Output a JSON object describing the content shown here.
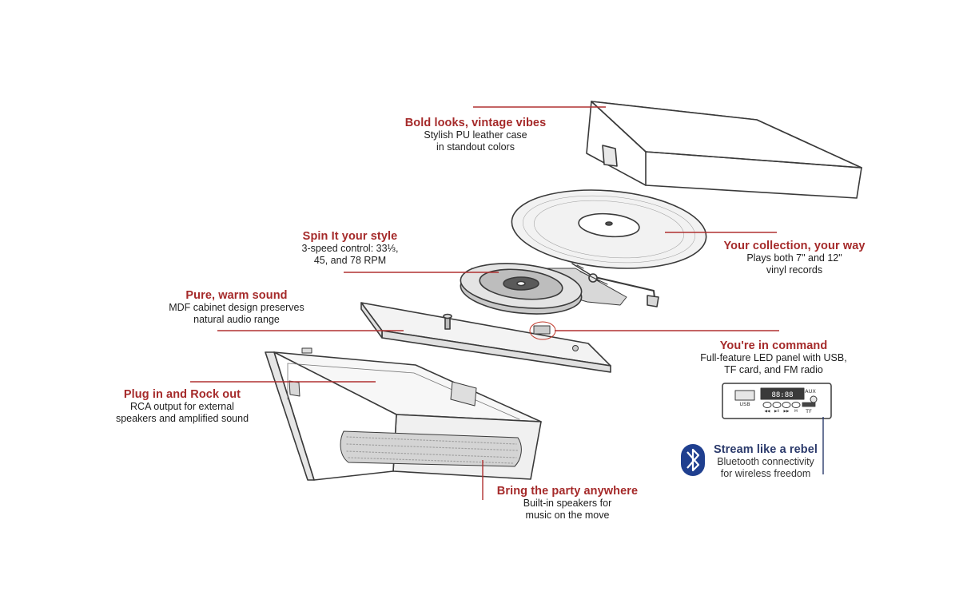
{
  "callouts": [
    {
      "id": "case",
      "title": "Bold looks, vintage vibes",
      "lines": [
        "Stylish PU leather case",
        "in standout colors"
      ]
    },
    {
      "id": "records",
      "title": "Your collection, your way",
      "lines": [
        "Plays both 7\" and 12\"",
        "vinyl records"
      ]
    },
    {
      "id": "speed",
      "title": "Spin It your style",
      "lines": [
        "3-speed control: 33⅓,",
        "45, and 78 RPM"
      ]
    },
    {
      "id": "sound",
      "title": "Pure, warm sound",
      "lines": [
        "MDF cabinet design preserves",
        "natural audio range"
      ]
    },
    {
      "id": "command",
      "title": "You're in command",
      "lines": [
        "Full-feature LED panel with USB,",
        "TF card, and FM radio"
      ]
    },
    {
      "id": "rca",
      "title": "Plug in and Rock out",
      "lines": [
        "RCA output for external",
        "speakers and amplified sound"
      ]
    },
    {
      "id": "party",
      "title": "Bring the party anywhere",
      "lines": [
        "Built-in speakers for",
        "music on the move"
      ]
    },
    {
      "id": "bluetooth",
      "title": "Stream like a rebel",
      "lines": [
        "Bluetooth connectivity",
        "for wireless freedom"
      ]
    }
  ],
  "led_panel": {
    "usb": "USB",
    "aux": "AUX",
    "tf": "TF",
    "display": "88:88",
    "buttons": [
      "◀◀",
      "▶II",
      "▶▶",
      "M"
    ]
  },
  "colors": {
    "accent_red": "#a52a2a",
    "bluetooth_blue": "#1f3f8f",
    "sketch": "#3a3a3a"
  }
}
